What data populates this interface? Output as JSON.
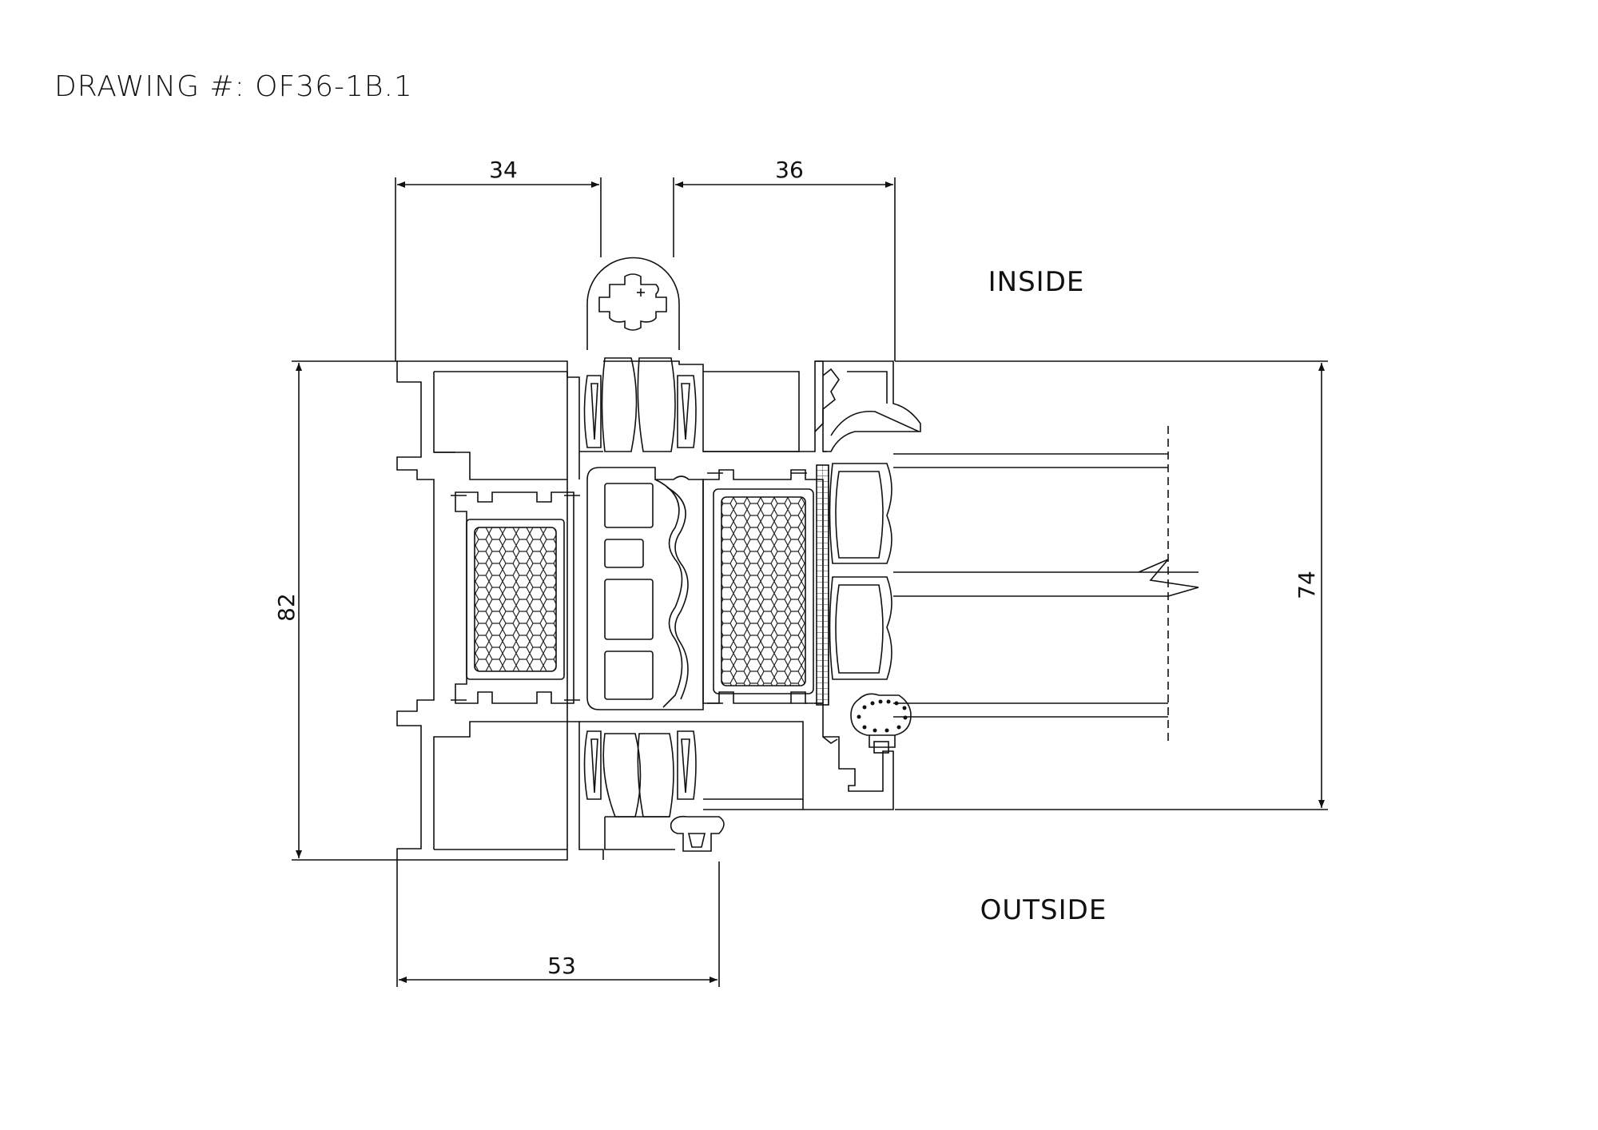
{
  "title": "DRAWING #: OF36-1B.1",
  "labels": {
    "inside": "INSIDE",
    "outside": "OUTSIDE"
  },
  "dimensions": {
    "top_left": "34",
    "top_right": "36",
    "bottom": "53",
    "left": "82",
    "right": "74"
  },
  "colors": {
    "line": "#111111",
    "background": "#ffffff"
  }
}
